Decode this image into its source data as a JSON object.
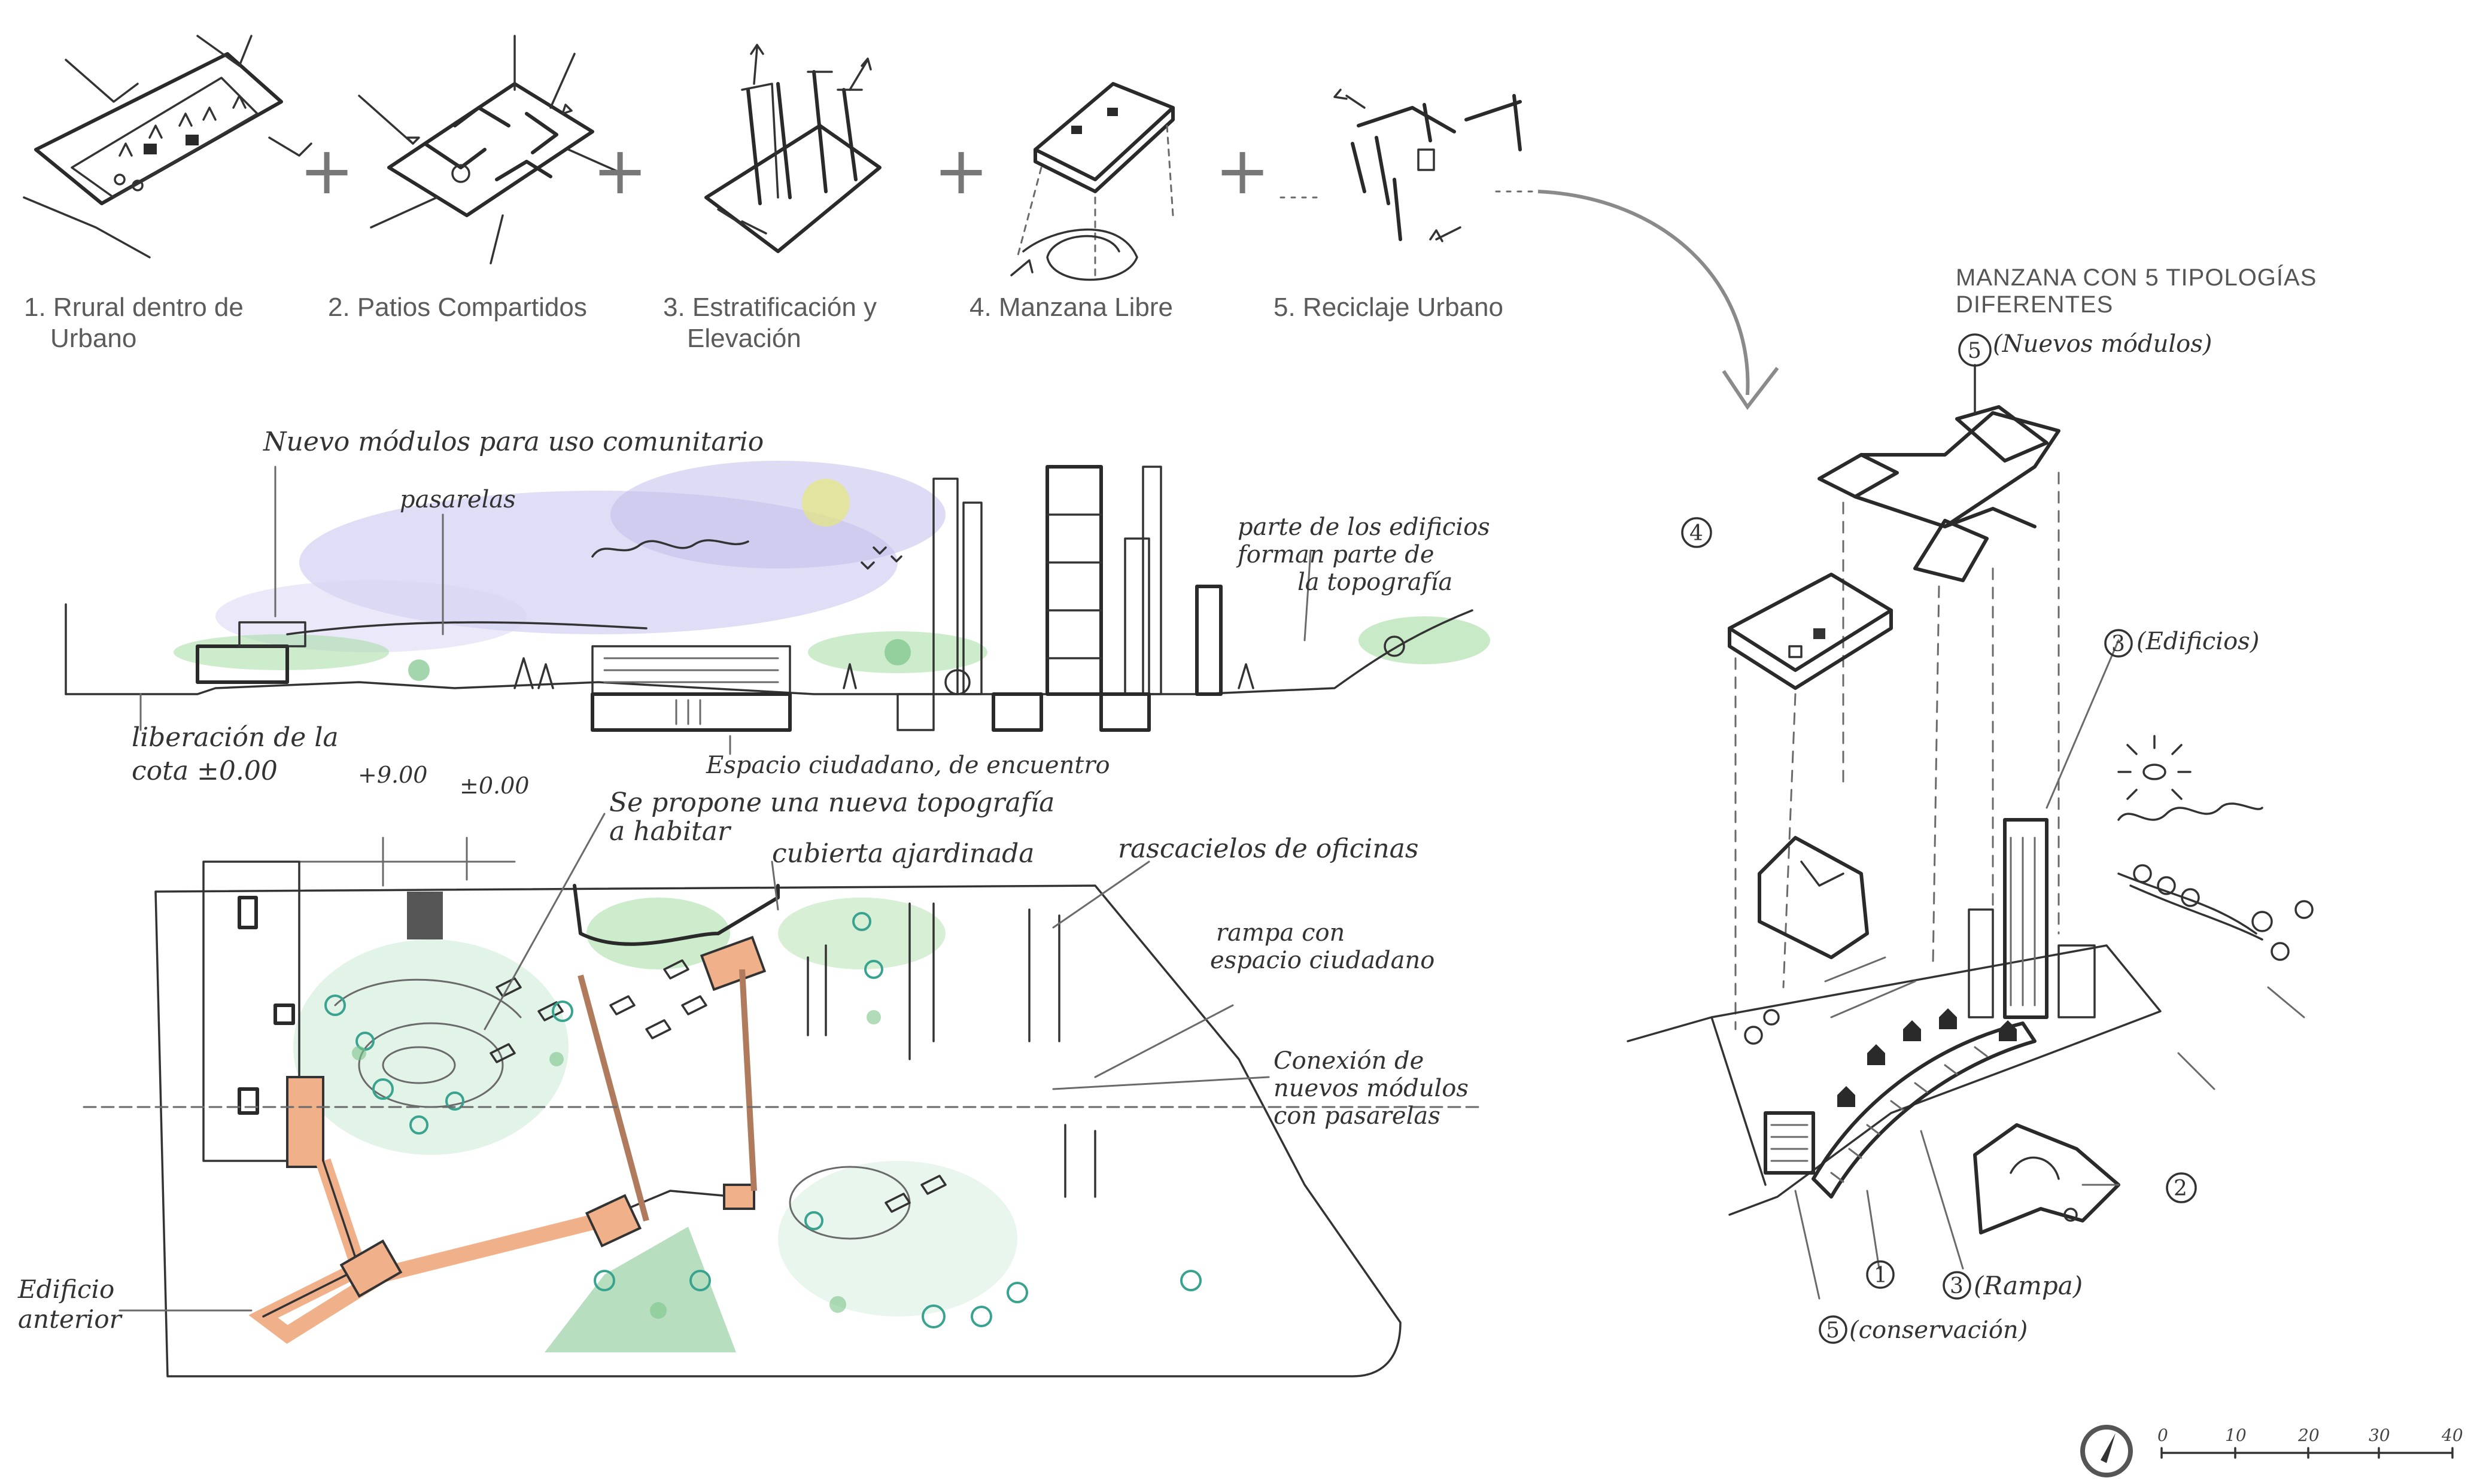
{
  "typologies": [
    {
      "label": "1. Rrural dentro de",
      "label2": "Urbano"
    },
    {
      "label": "2. Patios Compartidos",
      "label2": ""
    },
    {
      "label": "3. Estratificación y",
      "label2": "Elevación"
    },
    {
      "label": "4. Manzana Libre",
      "label2": ""
    },
    {
      "label": "5. Reciclaje Urbano",
      "label2": ""
    }
  ],
  "plus_sign": "+",
  "right_title": "MANZANA CON 5 TIPOLOGÍAS DIFERENTES",
  "section_notes": {
    "nuevos": "Nuevo módulos para uso comunitario",
    "pasarelas": "pasarelas",
    "parte1": "parte de los edificios",
    "parte2": "forman parte de",
    "parte3": "la topografía",
    "liberacion1": "liberación de la",
    "liberacion2": "cota ±0.00",
    "espacio": "Espacio ciudadano, de encuentro",
    "nivel_9": "+9.00",
    "nivel_0": "±0.00"
  },
  "plan_notes": {
    "topografia1": "Se propone una nueva topografía",
    "topografia2": "a habitar",
    "cubierta": "cubierta ajardinada",
    "rascacielos": "rascacielos de oficinas",
    "rampa1": "rampa con",
    "rampa2": "espacio ciudadano",
    "conexion1": "Conexión de",
    "conexion2": "nuevos módulos",
    "conexion3": "con pasarelas",
    "edificio1": "Edificio",
    "edificio2": "anterior"
  },
  "axo_labels": {
    "n5_top": "5",
    "nuevos": "(Nuevos módulos)",
    "n4": "4",
    "n3_top": "3",
    "edificios": "(Edificios)",
    "n2": "2",
    "n1": "1",
    "n3_bottom": "3",
    "rampa": "(Rampa)",
    "n5_bottom": "5",
    "conservacion": "(conservación)"
  },
  "scale_bar": [
    "0",
    "10",
    "20",
    "30",
    "40"
  ],
  "icons": {
    "north": "north-arrow-icon",
    "sun": "sun-icon",
    "cloud": "cloud-icon"
  },
  "colors": {
    "ink": "#2a2a2a",
    "green": "#7cc58a",
    "teal": "#3aa38f",
    "orange": "#f0b08a",
    "blue_wash": "#b9b6e6",
    "label_grey": "#5b5b5b"
  }
}
